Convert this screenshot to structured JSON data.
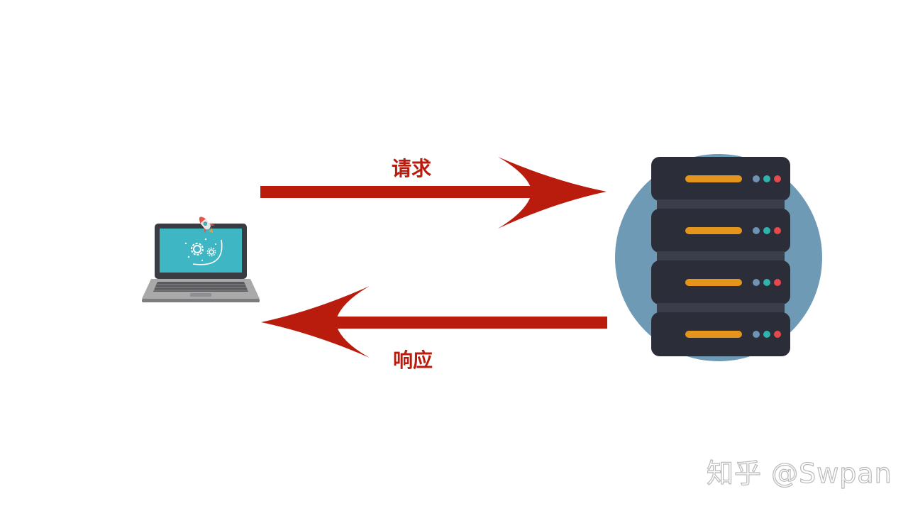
{
  "edges": {
    "request": {
      "label": "请求",
      "direction": "client-to-server"
    },
    "response": {
      "label": "响应",
      "direction": "server-to-client"
    }
  },
  "nodes": {
    "client": {
      "icon": "laptop-icon"
    },
    "server": {
      "icon": "server-rack-icon",
      "unit_count": 4
    }
  },
  "watermark": "知乎 @Swpan",
  "colors": {
    "arrow": "#b91b0c",
    "label": "#b91b0c",
    "server_body": "#2b2d38",
    "server_circle": "#6f9ab5",
    "server_bar": "#e5951b",
    "server_led_blue": "#6e93b3",
    "server_led_teal": "#2fb3ac",
    "server_led_red": "#e5484d",
    "laptop_screen": "#3fb6c3",
    "laptop_body": "#a9a9a9"
  }
}
